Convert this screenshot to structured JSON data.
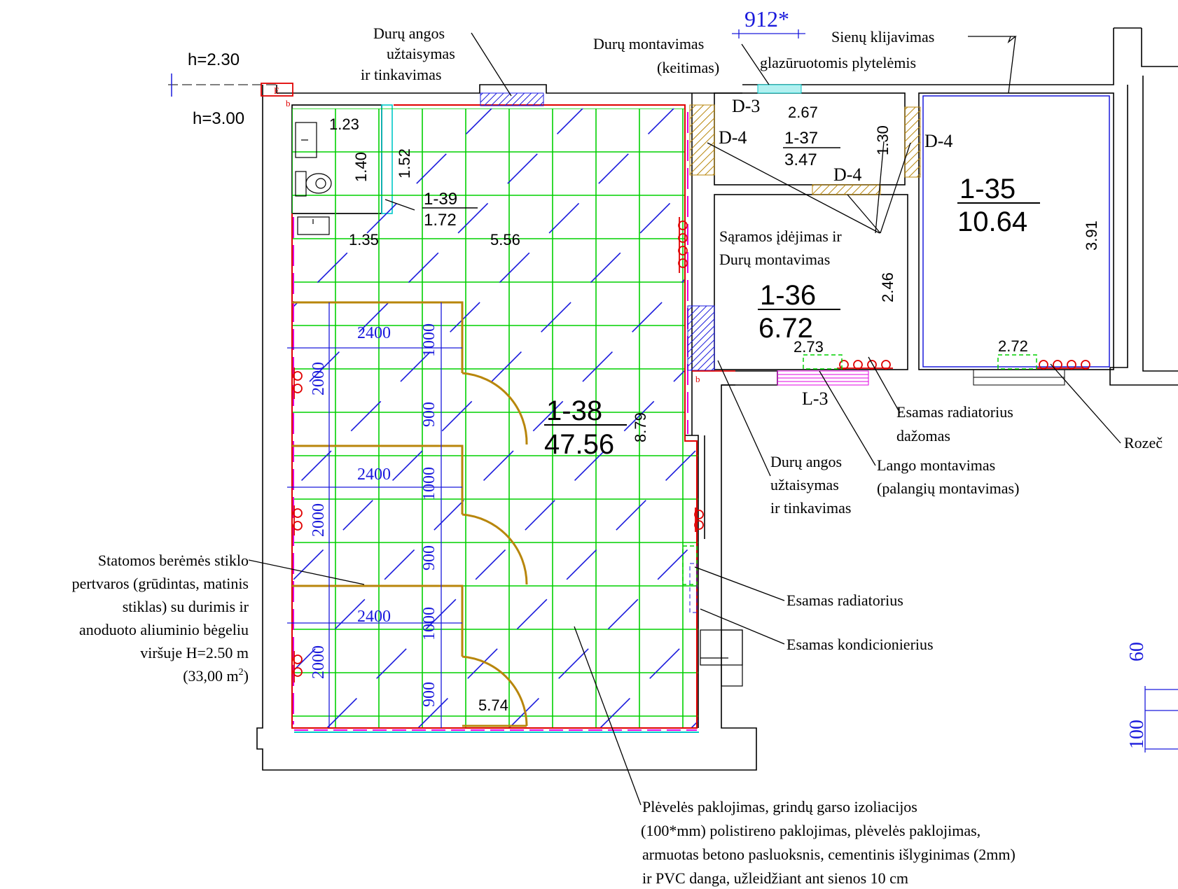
{
  "levels": {
    "h_upper": "h=2.30",
    "h_lower": "h=3.00"
  },
  "top_dimension": "912*",
  "marker_e": "E",
  "marker_b": "b",
  "rooms": [
    {
      "id": "1-39",
      "area": "1.72"
    },
    {
      "id": "1-37",
      "area": "3.47"
    },
    {
      "id": "1-36",
      "area": "6.72"
    },
    {
      "id": "1-35",
      "area": "10.64"
    },
    {
      "id": "1-38",
      "area": "47.56"
    }
  ],
  "dims": {
    "wc_w": "1.23",
    "wc_h": "1.40",
    "wc_side": "1.52",
    "d37_w": "2.67",
    "d37_h": "1.30",
    "w_135": "1.35",
    "w_556": "5.56",
    "d36_h": "2.46",
    "d36_w": "2.73",
    "d35_w": "2.72",
    "d35_h": "3.91",
    "d38_h": "8.79",
    "d38_w": "5.74"
  },
  "booth_dims": {
    "w1": "2400",
    "w2": "2400",
    "w3": "2400",
    "h1": "2000",
    "h2": "2000",
    "h3": "2000",
    "d1": "1000",
    "d2": "1000",
    "d3": "1000",
    "o1": "900",
    "o2": "900",
    "o3": "900",
    "side_60": "60",
    "side_100": "100"
  },
  "door_tags": {
    "d3": "D-3",
    "d4_left": "D-4",
    "d4_right": "D-4",
    "d4_bottom": "D-4",
    "l3": "L-3"
  },
  "notes": {
    "door_fill_top": [
      "Durų angos",
      "užtaisymas",
      "ir tinkavimas"
    ],
    "door_install_replace": [
      "Durų montavimas",
      "(keitimas)"
    ],
    "wall_tiling": [
      "Sienų klijavimas",
      "glazūruotomis plytelėmis"
    ],
    "frame_install": [
      "Sąramos įdėjimas ir",
      "Durų montavimas"
    ],
    "glass_partition": [
      "Statomos berėmės stiklo",
      "pertvaros (grūdintas, matinis",
      "stiklas) su durimis ir",
      "anoduoto aliuminio bėgeliu",
      "viršuje H=2.50 m",
      "(33,00 m",
      "2",
      ")"
    ],
    "radiator_paint": [
      "Esamas radiatorius",
      "dažomas"
    ],
    "socket": "Rozeč",
    "door_fill_bottom": [
      "Durų angos",
      "užtaisymas",
      "ir tinkavimas"
    ],
    "window_install": [
      "Lango montavimas",
      "(palangių montavimas)"
    ],
    "existing_radiator": "Esamas radiatorius",
    "existing_ac": "Esamas kondicionierius",
    "floor": [
      "Plėvelės paklojimas, grindų garso izoliacijos",
      "(100*mm) polistireno paklojimas, plėvelės paklojimas,",
      "armuotas betono pasluoksnis, cementinis išlyginimas (2mm)",
      "ir PVC danga, užleidžiant ant sienos 10 cm"
    ]
  },
  "colors": {
    "wall": "#000000",
    "grid": "#00d000",
    "hatch": "#1a1adc",
    "red": "#e00000",
    "partition": "#b8860b",
    "magenta": "#e000e0",
    "cyan": "#00c8c8",
    "dim_blue": "#1a1adc"
  }
}
